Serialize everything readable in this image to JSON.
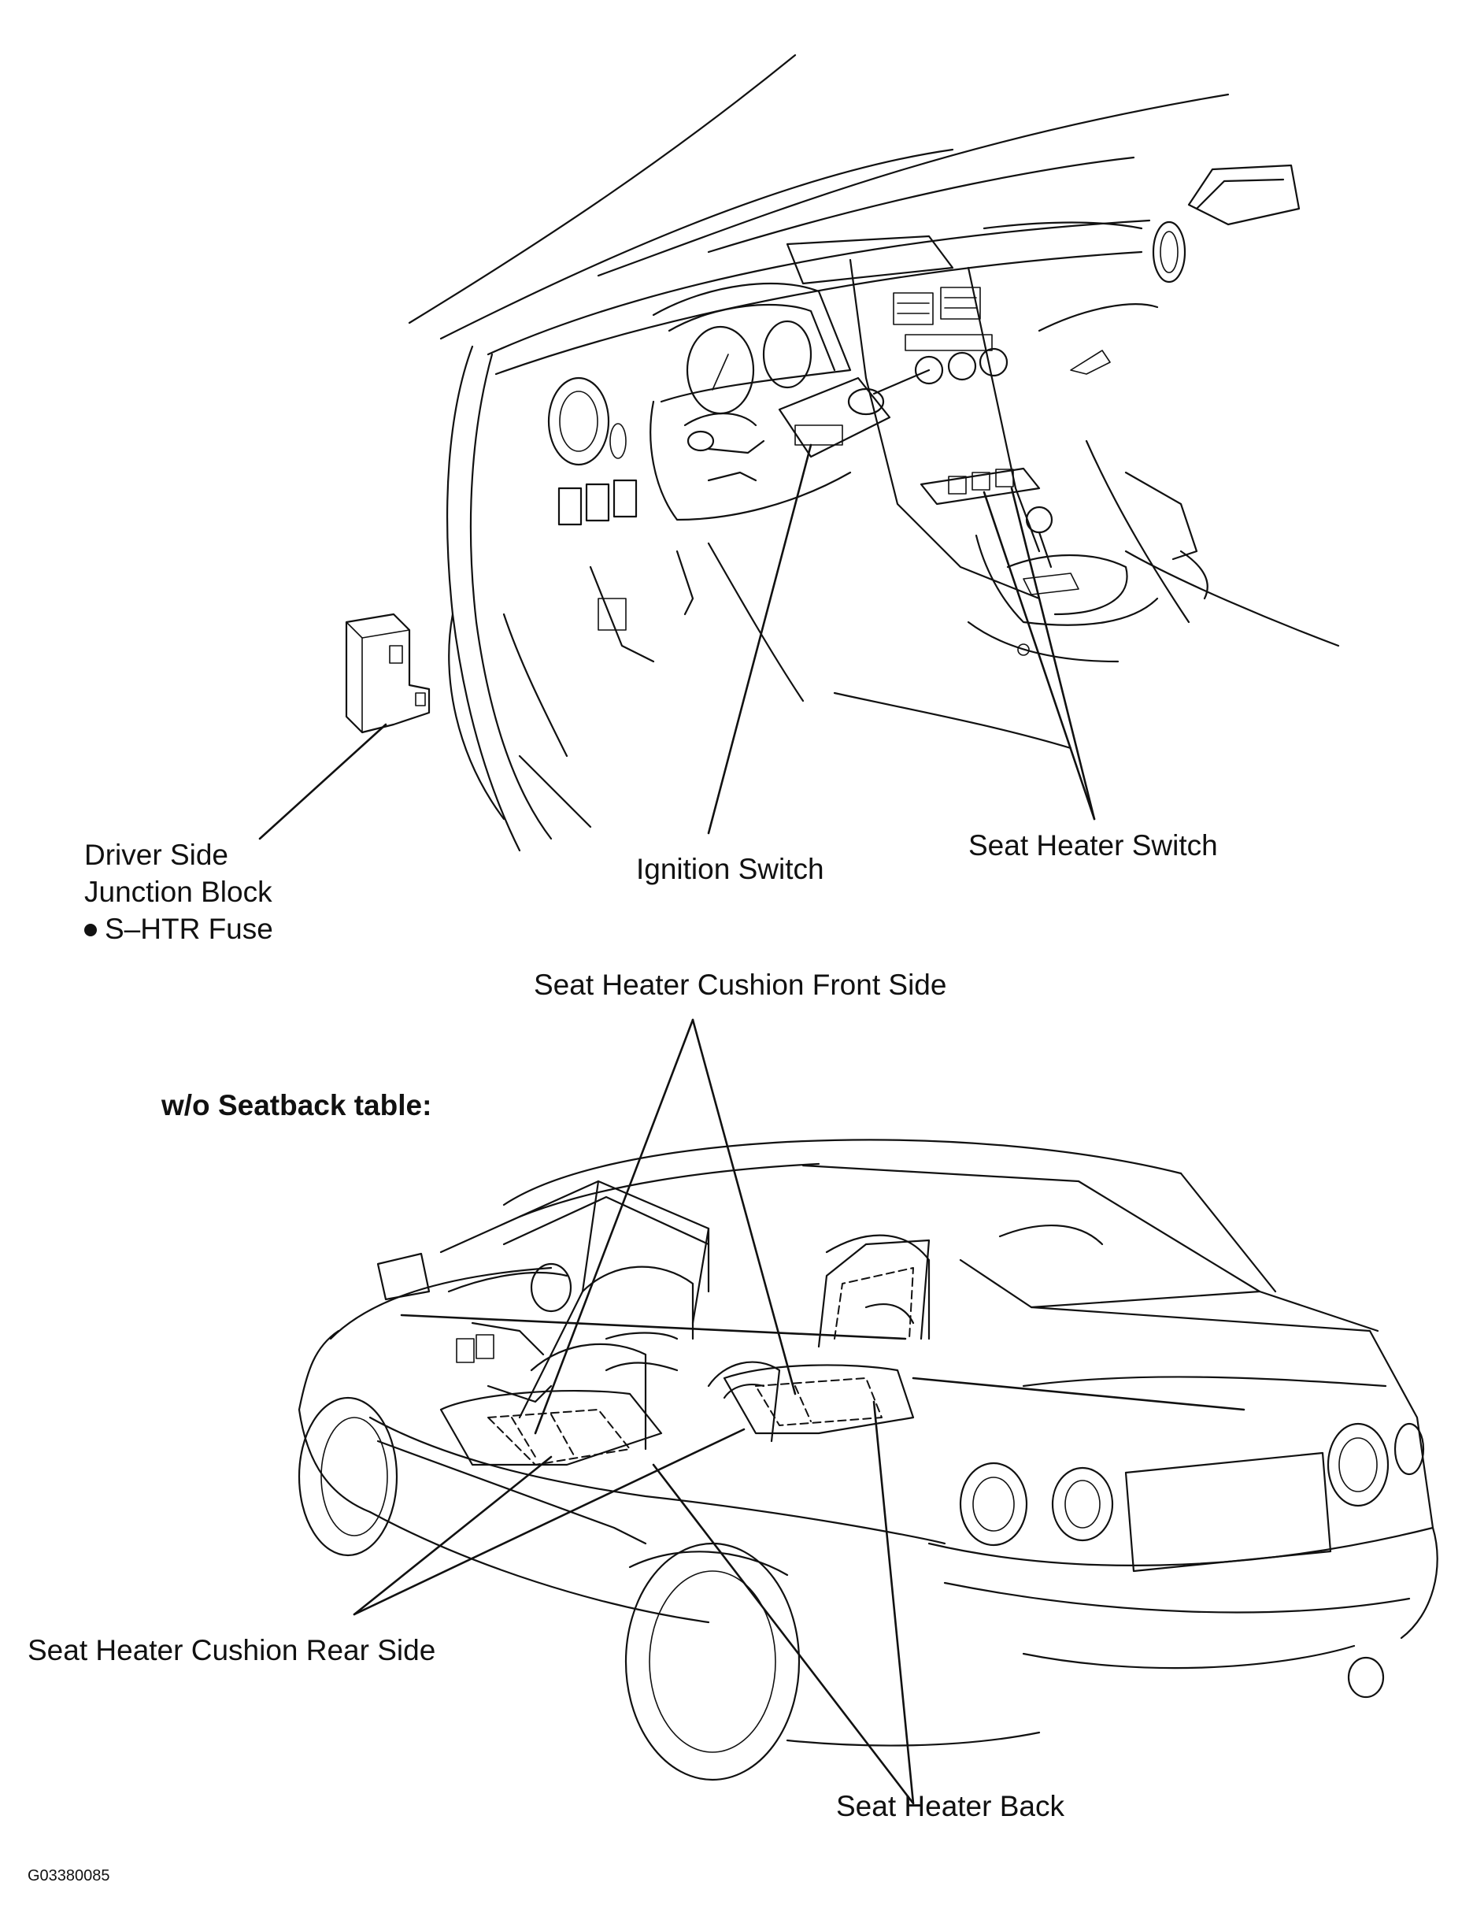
{
  "labels": {
    "driver_side_line1": "Driver Side",
    "driver_side_line2": "Junction Block",
    "fuse": "S–HTR Fuse",
    "ignition_switch": "Ignition Switch",
    "seat_heater_switch": "Seat Heater Switch",
    "cushion_front_side": "Seat Heater Cushion Front Side",
    "variant_heading": "w/o Seatback table:",
    "cushion_rear_side": "Seat Heater Cushion Rear Side",
    "seat_heater_back": "Seat Heater Back",
    "figure_code": "G03380085"
  },
  "icons": {
    "fuse_marker": "bullet-icon"
  }
}
